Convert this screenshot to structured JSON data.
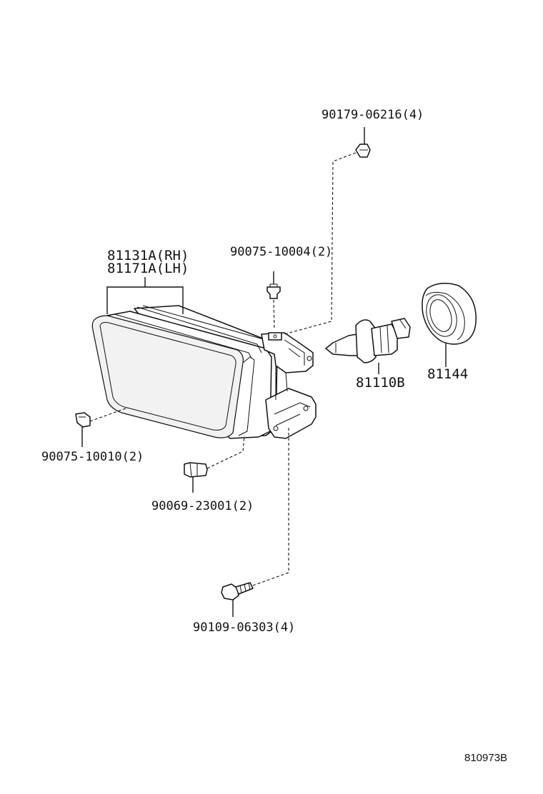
{
  "labels": {
    "nut_top": "90179-06216(4)",
    "lamp_rh": "81131A(RH)",
    "lamp_lh": "81171A(LH)",
    "clip_top": "90075-10004(2)",
    "bulb": "81110B",
    "socket_cover": "81144",
    "clip_left": "90075-10010(2)",
    "screw_mid": "90069-23001(2)",
    "bolt_bottom": "90109-06303(4)",
    "figure_ref": "810973B"
  }
}
